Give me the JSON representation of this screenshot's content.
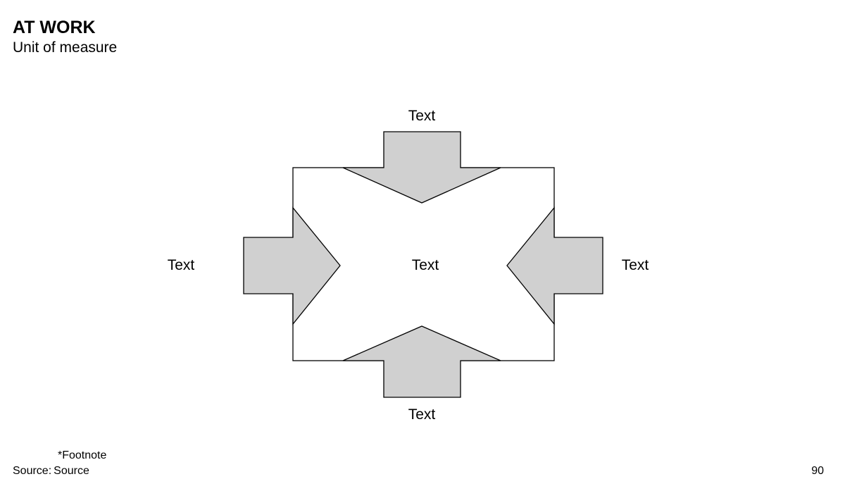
{
  "header": {
    "title": "AT WORK",
    "subtitle": "Unit of measure"
  },
  "diagram": {
    "center_label": "Text",
    "top_label": "Text",
    "bottom_label": "Text",
    "left_label": "Text",
    "right_label": "Text",
    "colors": {
      "arrow_fill": "#d0d0d0",
      "stroke": "#000000",
      "background": "#ffffff"
    }
  },
  "footer": {
    "footnote": "*Footnote",
    "source_label": "Source:",
    "source_value": "Source",
    "page_number": "90"
  }
}
